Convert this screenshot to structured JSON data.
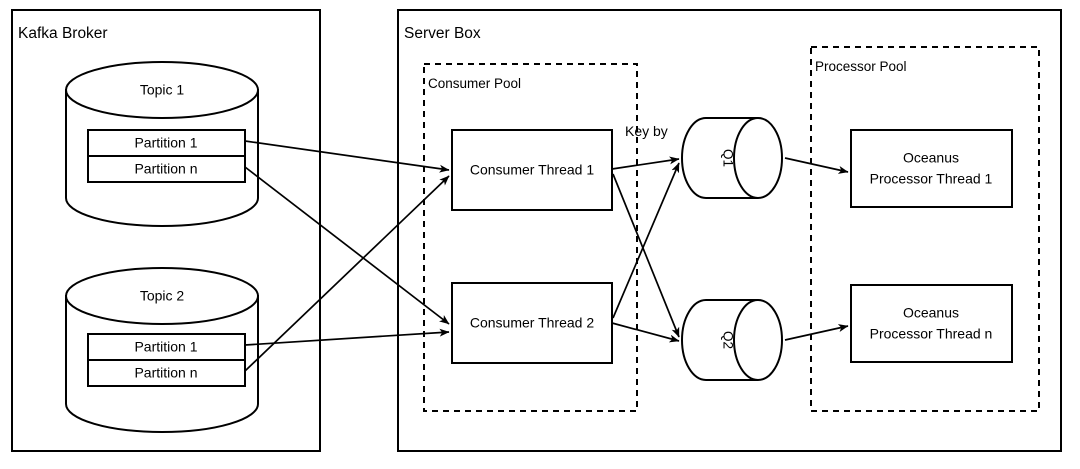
{
  "diagram": {
    "title_kafka": "Kafka Broker",
    "title_server": "Server Box",
    "pool_consumer": "Consumer Pool",
    "pool_processor": "Processor Pool",
    "edge_label_key_by": "Key by",
    "topics": [
      {
        "name": "Topic 1",
        "partitions": [
          "Partition 1",
          "Partition n"
        ]
      },
      {
        "name": "Topic 2",
        "partitions": [
          "Partition 1",
          "Partition n"
        ]
      }
    ],
    "consumer_threads": [
      {
        "label": "Consumer Thread 1"
      },
      {
        "label": "Consumer Thread 2"
      }
    ],
    "queues": [
      {
        "label": "Q1"
      },
      {
        "label": "Q2"
      }
    ],
    "processor_threads": [
      {
        "line1": "Oceanus",
        "line2": "Processor Thread 1"
      },
      {
        "line1": "Oceanus",
        "line2": "Processor Thread n"
      }
    ],
    "colors": {
      "stroke": "#000000",
      "fill": "#ffffff",
      "background": "#ffffff"
    }
  }
}
